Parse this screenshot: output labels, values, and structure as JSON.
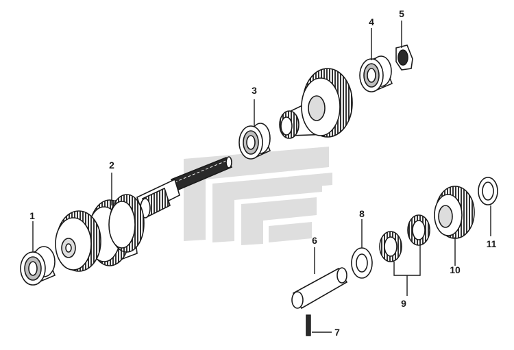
{
  "diagram": {
    "callouts": [
      {
        "id": "callout-1",
        "text": "1"
      },
      {
        "id": "callout-2",
        "text": "2"
      },
      {
        "id": "callout-3",
        "text": "3"
      },
      {
        "id": "callout-4",
        "text": "4"
      },
      {
        "id": "callout-5",
        "text": "5"
      },
      {
        "id": "callout-6",
        "text": "6"
      },
      {
        "id": "callout-7",
        "text": "7"
      },
      {
        "id": "callout-8",
        "text": "8"
      },
      {
        "id": "callout-9",
        "text": "9"
      },
      {
        "id": "callout-10",
        "text": "10"
      },
      {
        "id": "callout-11",
        "text": "11"
      }
    ],
    "colors": {
      "line": "#1a1a1a",
      "part_fill": "#ffffff",
      "part_shade": "#bdbdbd",
      "watermark": "#d9d9d9"
    }
  }
}
